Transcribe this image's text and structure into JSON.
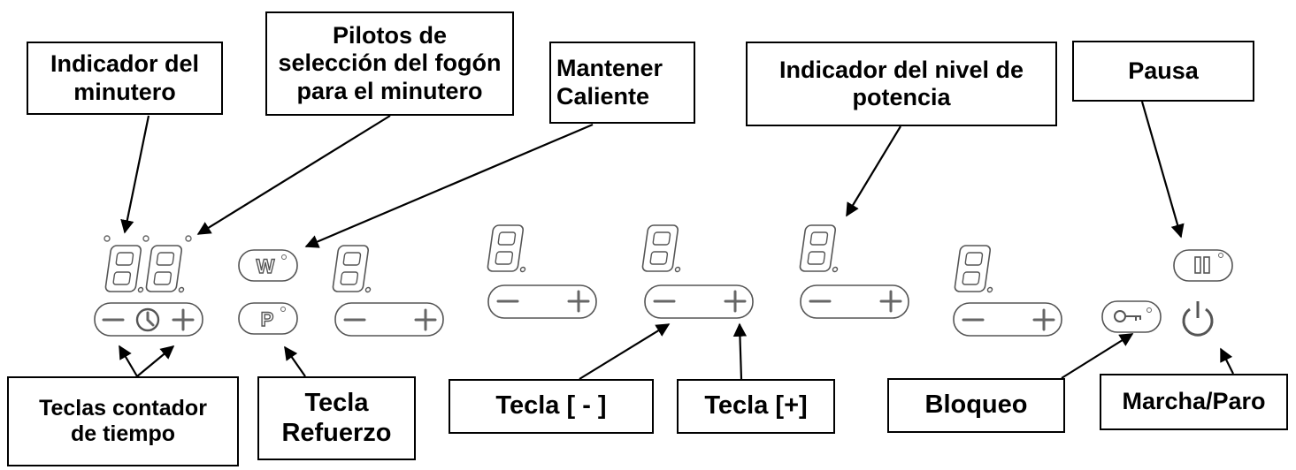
{
  "labels": {
    "timer_indicator": "Indicador del\nminutero",
    "zone_pilots": "Pilotos de\nselección del fogón\npara el minutero",
    "keep_warm": "Mantener\nCaliente",
    "power_indicator": "Indicador del nivel de\npotencia",
    "pause": "Pausa",
    "timer_keys": "Teclas contador\nde tiempo",
    "boost_key": "Tecla\nRefuerzo",
    "minus_key": "Tecla [ - ]",
    "plus_key": "Tecla [+]",
    "lock": "Bloqueo",
    "on_off": "Marcha/Paro"
  },
  "panel": {
    "keep_warm_symbol": "W",
    "boost_symbol": "P",
    "minus_symbol": "—",
    "plus_symbol": "+",
    "seven_segment_digit": "8"
  },
  "colors": {
    "line": "#000000",
    "control_outline": "#555555",
    "background": "#ffffff"
  }
}
